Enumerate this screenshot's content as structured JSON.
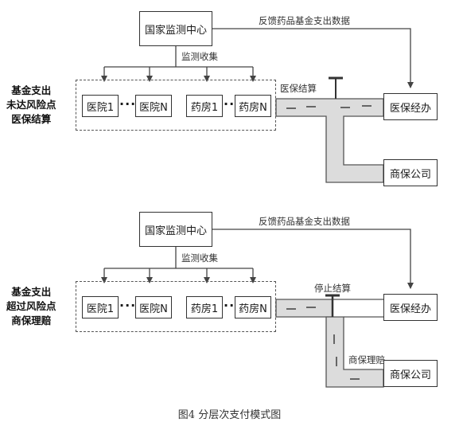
{
  "panels": [
    {
      "side_label": [
        "基金支出",
        "未达风险点",
        "医保结算"
      ],
      "center_box": "国家监测中心",
      "feedback_label": "反馈药品基金支出数据",
      "collect_label": "监测收集",
      "pipe_label": "医保结算",
      "branch_label": "",
      "insurance_office": "医保经办",
      "commercial_company": "商保公司",
      "units": [
        "医院1",
        "医院N",
        "药房1",
        "药房N"
      ],
      "ellipsis": "···"
    },
    {
      "side_label": [
        "基金支出",
        "超过风险点",
        "商保理赔"
      ],
      "center_box": "国家监测中心",
      "feedback_label": "反馈药品基金支出数据",
      "collect_label": "监测收集",
      "pipe_label": "停止结算",
      "branch_label": "商保理赔",
      "insurance_office": "医保经办",
      "commercial_company": "商保公司",
      "units": [
        "医院1",
        "医院N",
        "药房1",
        "药房N"
      ],
      "ellipsis": "···"
    }
  ],
  "caption": "图4  分层次支付模式图"
}
